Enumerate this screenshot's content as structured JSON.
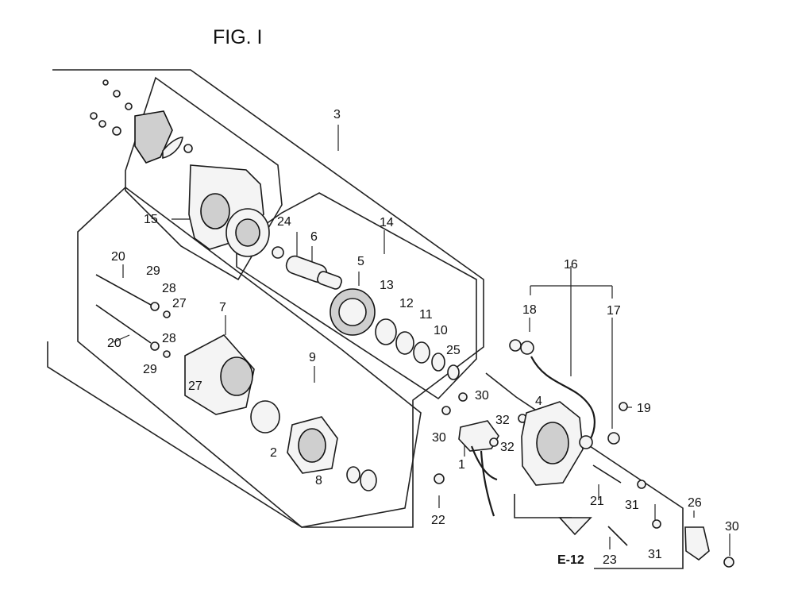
{
  "figure": {
    "title": "FIG. I",
    "reference": "E-12"
  },
  "callouts": [
    {
      "id": "c1",
      "text": "1"
    },
    {
      "id": "c2",
      "text": "2"
    },
    {
      "id": "c3",
      "text": "3"
    },
    {
      "id": "c4",
      "text": "4"
    },
    {
      "id": "c5",
      "text": "5"
    },
    {
      "id": "c6",
      "text": "6"
    },
    {
      "id": "c7",
      "text": "7"
    },
    {
      "id": "c8",
      "text": "8"
    },
    {
      "id": "c9",
      "text": "9"
    },
    {
      "id": "c10",
      "text": "10"
    },
    {
      "id": "c11",
      "text": "11"
    },
    {
      "id": "c12",
      "text": "12"
    },
    {
      "id": "c13",
      "text": "13"
    },
    {
      "id": "c14",
      "text": "14"
    },
    {
      "id": "c15",
      "text": "15"
    },
    {
      "id": "c16",
      "text": "16"
    },
    {
      "id": "c17",
      "text": "17"
    },
    {
      "id": "c18",
      "text": "18"
    },
    {
      "id": "c19",
      "text": "19"
    },
    {
      "id": "c20a",
      "text": "20"
    },
    {
      "id": "c20b",
      "text": "20"
    },
    {
      "id": "c21",
      "text": "21"
    },
    {
      "id": "c22",
      "text": "22"
    },
    {
      "id": "c23",
      "text": "23"
    },
    {
      "id": "c24",
      "text": "24"
    },
    {
      "id": "c25",
      "text": "25"
    },
    {
      "id": "c26",
      "text": "26"
    },
    {
      "id": "c27a",
      "text": "27"
    },
    {
      "id": "c27b",
      "text": "27"
    },
    {
      "id": "c28a",
      "text": "28"
    },
    {
      "id": "c28b",
      "text": "28"
    },
    {
      "id": "c29a",
      "text": "29"
    },
    {
      "id": "c29b",
      "text": "29"
    },
    {
      "id": "c30a",
      "text": "30"
    },
    {
      "id": "c30b",
      "text": "30"
    },
    {
      "id": "c30c",
      "text": "30"
    },
    {
      "id": "c31a",
      "text": "31"
    },
    {
      "id": "c31b",
      "text": "31"
    },
    {
      "id": "c32a",
      "text": "32"
    },
    {
      "id": "c32b",
      "text": "32"
    }
  ]
}
